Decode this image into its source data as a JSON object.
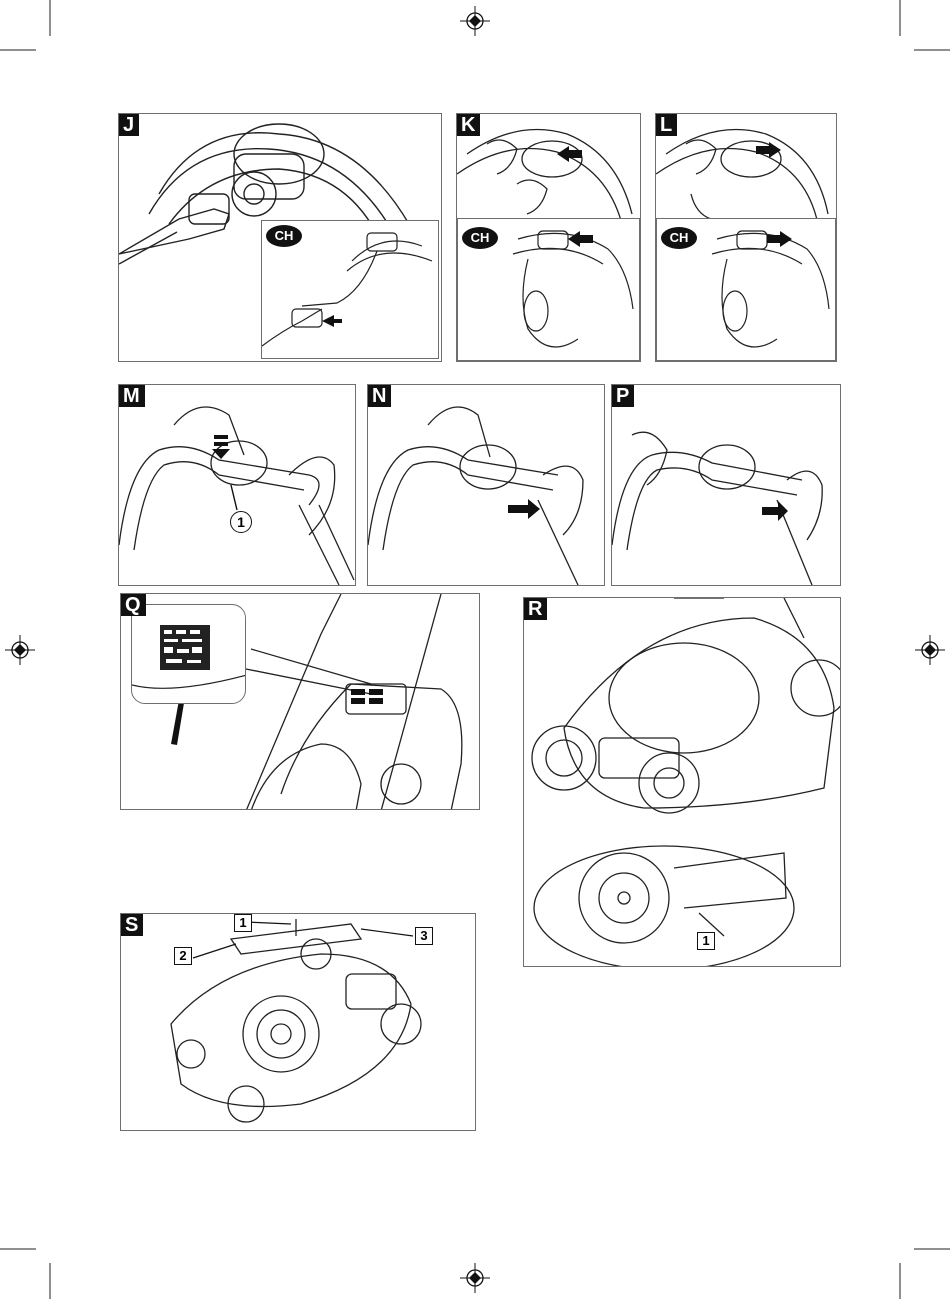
{
  "panels": {
    "J": {
      "label": "J",
      "inset_label": "CH"
    },
    "K": {
      "label": "K",
      "inset_label": "CH"
    },
    "L": {
      "label": "L",
      "inset_label": "CH"
    },
    "M": {
      "label": "M",
      "callout": "1"
    },
    "N": {
      "label": "N"
    },
    "P": {
      "label": "P"
    },
    "Q": {
      "label": "Q"
    },
    "R": {
      "label": "R",
      "callout": "1"
    },
    "S": {
      "label": "S",
      "callouts": [
        "1",
        "2",
        "3"
      ]
    }
  }
}
